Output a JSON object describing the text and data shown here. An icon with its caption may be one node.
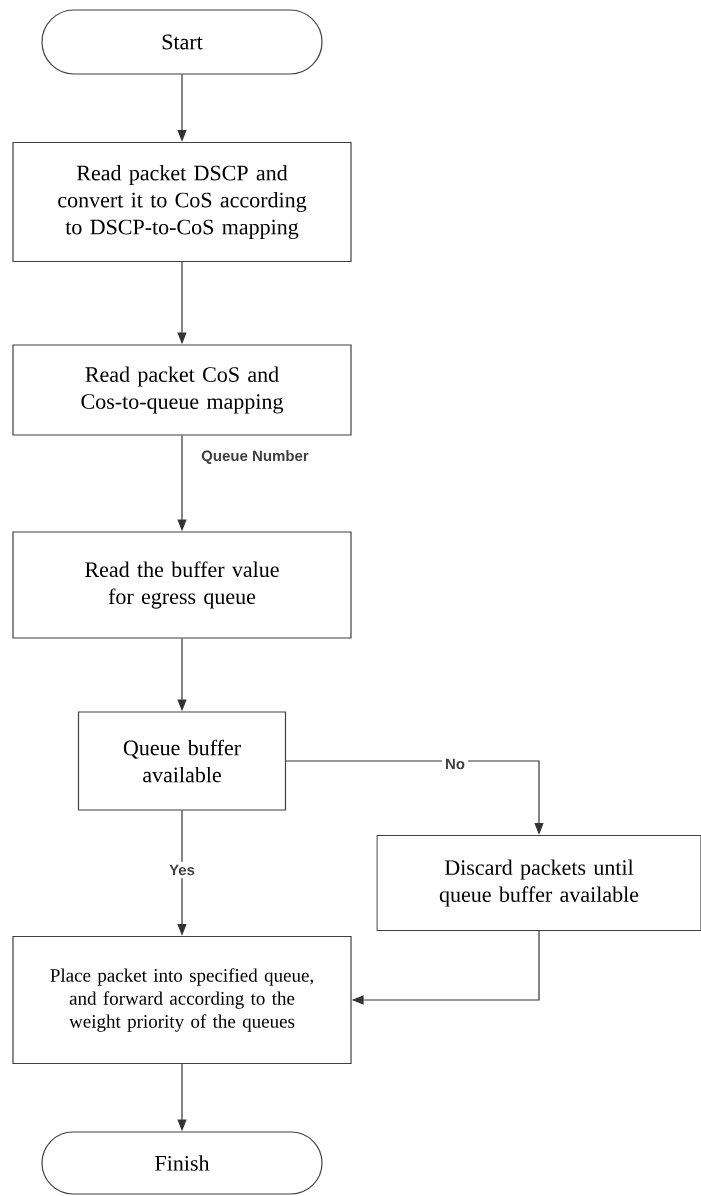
{
  "diagram": {
    "nodes": [
      {
        "text": [
          "Start"
        ]
      },
      {
        "text": [
          "Read packet DSCP and convert it to CoS according to DSCP-to-CoS mapping"
        ]
      },
      {
        "text": [
          "Read packet CoS and Cos-to-queue mapping"
        ]
      },
      {
        "text": [
          "Read the buffer value for egress queue"
        ]
      },
      {
        "text": [
          "Queue buffer available"
        ]
      },
      {
        "text": [
          "Discard packets until queue buffer available"
        ]
      },
      {
        "text": [
          "Place packet into specified queue, and forward according to the weight priority of the queues"
        ]
      },
      {
        "text": [
          "Finish"
        ]
      }
    ],
    "edges": [
      {
        "from": 0,
        "to": 1,
        "arrow": "to"
      },
      {
        "from": 1,
        "to": 2,
        "arrow": "to"
      },
      {
        "from": 2,
        "to": 3,
        "arrow": "to",
        "label": "Queue Number"
      },
      {
        "from": 3,
        "to": 4,
        "arrow": "to"
      },
      {
        "from": 4,
        "to": 5,
        "arrow": "to",
        "label": "No"
      },
      {
        "from": 4,
        "to": 6,
        "arrow": "to",
        "label": "Yes"
      },
      {
        "from": 5,
        "to": 6,
        "arrow": "to"
      },
      {
        "from": 6,
        "to": 7,
        "arrow": "to"
      }
    ]
  }
}
